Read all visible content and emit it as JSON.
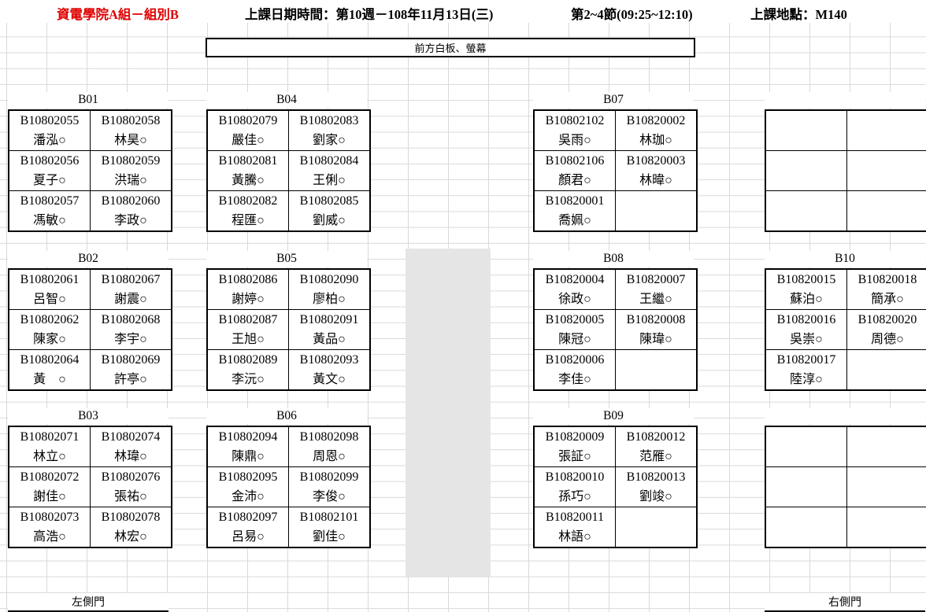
{
  "header": {
    "group": "資電學院A組－組別B",
    "date": "上課日期時間：第10週－108年11月13日(三)",
    "period": "第2~4節(09:25~12:10)",
    "location": "上課地點：M140"
  },
  "front_board": "前方白板、螢幕",
  "doors": {
    "left": "左側門",
    "right": "右側門"
  },
  "groups": [
    {
      "label": "B01",
      "seats": [
        {
          "id": "B10802055",
          "name": "潘泓○"
        },
        {
          "id": "B10802058",
          "name": "林昊○"
        },
        {
          "id": "B10802056",
          "name": "夏子○"
        },
        {
          "id": "B10802059",
          "name": "洪瑞○"
        },
        {
          "id": "B10802057",
          "name": "馮敏○"
        },
        {
          "id": "B10802060",
          "name": "李政○"
        }
      ]
    },
    {
      "label": "B02",
      "seats": [
        {
          "id": "B10802061",
          "name": "呂智○"
        },
        {
          "id": "B10802067",
          "name": "謝震○"
        },
        {
          "id": "B10802062",
          "name": "陳家○"
        },
        {
          "id": "B10802068",
          "name": "李宇○"
        },
        {
          "id": "B10802064",
          "name": "黃　○"
        },
        {
          "id": "B10802069",
          "name": "許亭○"
        }
      ]
    },
    {
      "label": "B03",
      "seats": [
        {
          "id": "B10802071",
          "name": "林立○"
        },
        {
          "id": "B10802074",
          "name": "林瑋○"
        },
        {
          "id": "B10802072",
          "name": "謝佳○"
        },
        {
          "id": "B10802076",
          "name": "張祐○"
        },
        {
          "id": "B10802073",
          "name": "高浩○"
        },
        {
          "id": "B10802078",
          "name": "林宏○"
        }
      ]
    },
    {
      "label": "B04",
      "seats": [
        {
          "id": "B10802079",
          "name": "嚴佳○"
        },
        {
          "id": "B10802083",
          "name": "劉家○"
        },
        {
          "id": "B10802081",
          "name": "黃騰○"
        },
        {
          "id": "B10802084",
          "name": "王俐○"
        },
        {
          "id": "B10802082",
          "name": "程匯○"
        },
        {
          "id": "B10802085",
          "name": "劉威○"
        }
      ]
    },
    {
      "label": "B05",
      "seats": [
        {
          "id": "B10802086",
          "name": "謝婷○"
        },
        {
          "id": "B10802090",
          "name": "廖柏○"
        },
        {
          "id": "B10802087",
          "name": "王旭○"
        },
        {
          "id": "B10802091",
          "name": "黃品○"
        },
        {
          "id": "B10802089",
          "name": "李沅○"
        },
        {
          "id": "B10802093",
          "name": "黃文○"
        }
      ]
    },
    {
      "label": "B06",
      "seats": [
        {
          "id": "B10802094",
          "name": "陳鼎○"
        },
        {
          "id": "B10802098",
          "name": "周恩○"
        },
        {
          "id": "B10802095",
          "name": "金沛○"
        },
        {
          "id": "B10802099",
          "name": "李俊○"
        },
        {
          "id": "B10802097",
          "name": "呂易○"
        },
        {
          "id": "B10802101",
          "name": "劉佳○"
        }
      ]
    },
    {
      "label": "B07",
      "seats": [
        {
          "id": "B10802102",
          "name": "吳雨○"
        },
        {
          "id": "B10820002",
          "name": "林珈○"
        },
        {
          "id": "B10802106",
          "name": "顏君○"
        },
        {
          "id": "B10820003",
          "name": "林暐○"
        },
        {
          "id": "B10820001",
          "name": "喬姵○"
        },
        {
          "id": "",
          "name": ""
        }
      ]
    },
    {
      "label": "B08",
      "seats": [
        {
          "id": "B10820004",
          "name": "徐政○"
        },
        {
          "id": "B10820007",
          "name": "王繼○"
        },
        {
          "id": "B10820005",
          "name": "陳冠○"
        },
        {
          "id": "B10820008",
          "name": "陳瑋○"
        },
        {
          "id": "B10820006",
          "name": "李佳○"
        },
        {
          "id": "",
          "name": ""
        }
      ]
    },
    {
      "label": "B09",
      "seats": [
        {
          "id": "B10820009",
          "name": "張証○"
        },
        {
          "id": "B10820012",
          "name": "范雁○"
        },
        {
          "id": "B10820010",
          "name": "孫巧○"
        },
        {
          "id": "B10820013",
          "name": "劉竣○"
        },
        {
          "id": "B10820011",
          "name": "林語○"
        },
        {
          "id": "",
          "name": ""
        }
      ]
    },
    {
      "label": "",
      "seats": [
        {
          "id": "",
          "name": ""
        },
        {
          "id": "",
          "name": ""
        },
        {
          "id": "",
          "name": ""
        },
        {
          "id": "",
          "name": ""
        },
        {
          "id": "",
          "name": ""
        },
        {
          "id": "",
          "name": ""
        }
      ]
    },
    {
      "label": "B10",
      "seats": [
        {
          "id": "B10820015",
          "name": "蘇泊○"
        },
        {
          "id": "B10820018",
          "name": "簡承○"
        },
        {
          "id": "B10820016",
          "name": "吳崇○"
        },
        {
          "id": "B10820020",
          "name": "周德○"
        },
        {
          "id": "B10820017",
          "name": "陸淳○"
        },
        {
          "id": "",
          "name": ""
        }
      ]
    },
    {
      "label": "",
      "seats": [
        {
          "id": "",
          "name": ""
        },
        {
          "id": "",
          "name": ""
        },
        {
          "id": "",
          "name": ""
        },
        {
          "id": "",
          "name": ""
        },
        {
          "id": "",
          "name": ""
        },
        {
          "id": "",
          "name": ""
        }
      ]
    }
  ]
}
